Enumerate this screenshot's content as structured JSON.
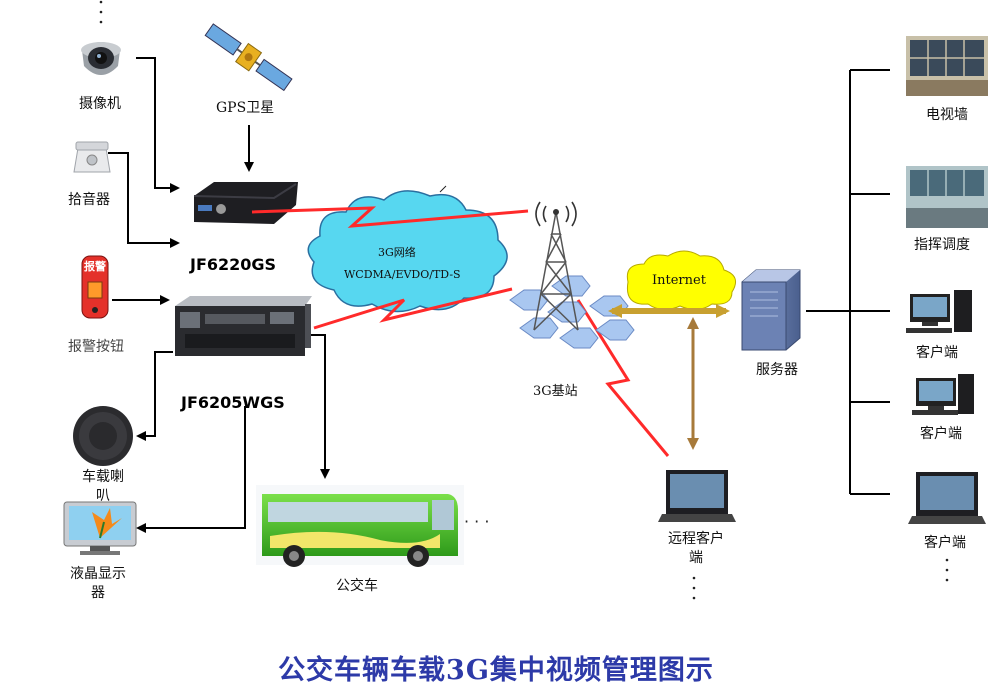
{
  "diagram": {
    "title": "公交车辆车载3G集中视频管理图示",
    "devices": {
      "camera": "摄像机",
      "gps": "GPS卫星",
      "pickup": "拾音器",
      "alarm_button": "报警按钮",
      "alarm_button_text": "报警",
      "speaker_l1": "车载喇",
      "speaker_l2": "叭",
      "lcd_l1": "液晶显示",
      "lcd_l2": "器",
      "bus": "公交车",
      "dvr1_model": "JF6220GS",
      "dvr2_model": "JF6205WGS"
    },
    "network": {
      "cloud_line1": "3G网络",
      "cloud_line2": "WCDMA/EVDO/TD-S",
      "base_station": "3G基站",
      "internet": "Internet"
    },
    "center": {
      "server": "服务器",
      "tv_wall": "电视墙",
      "dispatch": "指挥调度",
      "client": "客户端",
      "remote_client_l1": "远程客户",
      "remote_client_l2": "端"
    },
    "ellipsis": "· · ·"
  },
  "colors": {
    "title": "#2d3aa8",
    "cloud": "#57d7f0",
    "internet_cloud": "#ffff00",
    "lightning": "#ff2a2a",
    "arrow_gold": "#c8a030",
    "bus_green": "#4cc22a",
    "hex_blue": "#a9c7f0"
  }
}
